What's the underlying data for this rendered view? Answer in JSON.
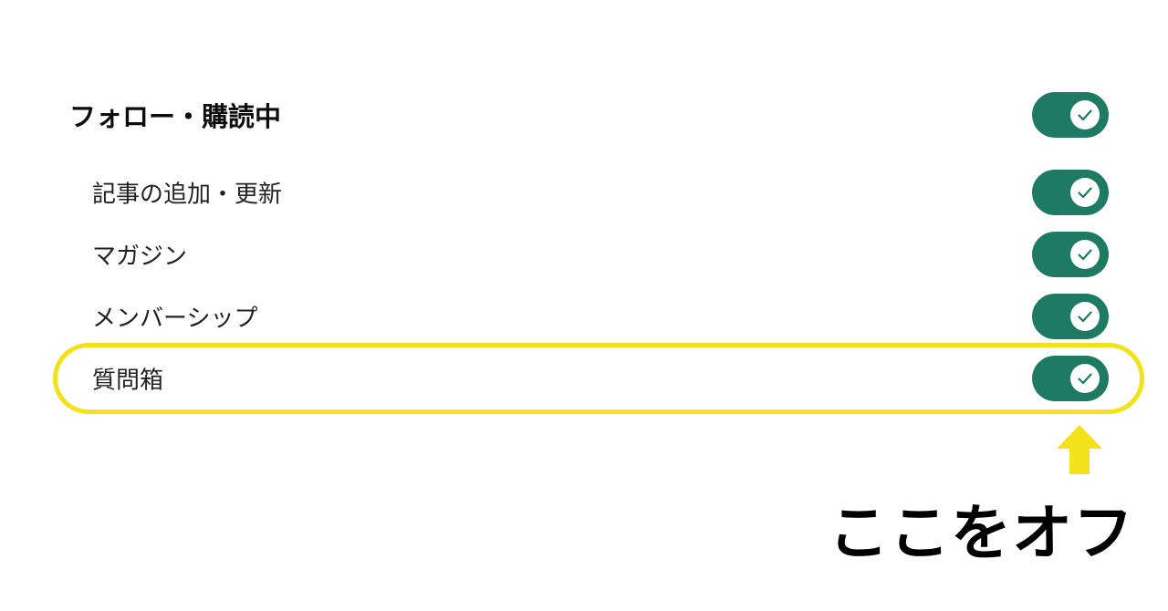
{
  "settings": {
    "section": {
      "label": "フォロー・購読中",
      "enabled": true
    },
    "items": [
      {
        "label": "記事の追加・更新",
        "enabled": true
      },
      {
        "label": "マガジン",
        "enabled": true
      },
      {
        "label": "メンバーシップ",
        "enabled": true
      },
      {
        "label": "質問箱",
        "enabled": true
      }
    ]
  },
  "annotation": {
    "text": "ここをオフ",
    "arrow_icon": "up-arrow-icon",
    "highlight_color": "#f3e21a"
  },
  "colors": {
    "toggle_on": "#1f7a63",
    "toggle_knob": "#ffffff",
    "check": "#1f7a63"
  },
  "icons": {
    "toggle_check": "check-icon"
  }
}
